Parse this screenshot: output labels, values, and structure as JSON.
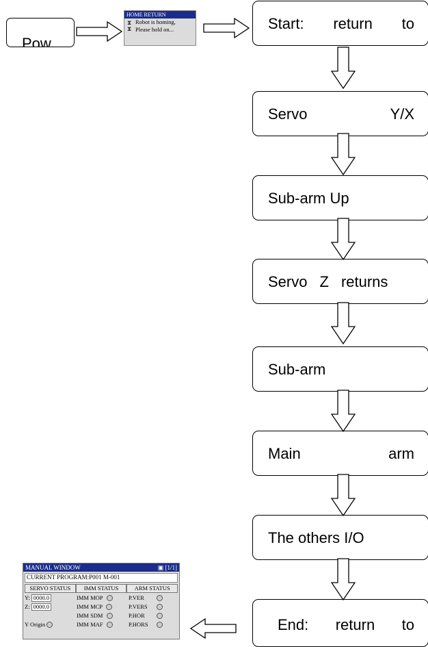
{
  "power_box": {
    "label": "Pow"
  },
  "popup": {
    "title": "HOME RETURN",
    "line1": "Robot is homing,",
    "line2": "Please hold on..."
  },
  "flow": [
    {
      "words": [
        "Start:",
        "return",
        "to"
      ]
    },
    {
      "words": [
        "Servo",
        "Y/X"
      ]
    },
    {
      "words": [
        "Sub-arm Up"
      ]
    },
    {
      "words": [
        "Servo",
        "Z",
        "returns"
      ]
    },
    {
      "words": [
        "Sub-arm"
      ]
    },
    {
      "words": [
        "Main",
        "arm"
      ]
    },
    {
      "words": [
        "The others I/O"
      ]
    },
    {
      "words": [
        "End:",
        "return",
        "to"
      ]
    }
  ],
  "manual_window": {
    "title": "MANUAL WINDOW",
    "page": "[1/1]",
    "current_program": "CURRENT PROGRAM:P001 M-001",
    "headers": [
      "SERVO STATUS",
      "IMM STATUS",
      "ARM STATUS"
    ],
    "rows": [
      {
        "servo_label": "Y:",
        "servo_value": "0000.0",
        "imm": "IMM MOP",
        "arm": "P.VER"
      },
      {
        "servo_label": "Z:",
        "servo_value": "0000.0",
        "imm": "IMM MCP",
        "arm": "P.VERS"
      },
      {
        "servo_label": "",
        "servo_value": "",
        "imm": "IMM SDM",
        "arm": "P.HOR"
      },
      {
        "servo_label": "Y Origin",
        "servo_value": "",
        "imm": "IMM MAF",
        "arm": "P.HORS"
      }
    ]
  }
}
